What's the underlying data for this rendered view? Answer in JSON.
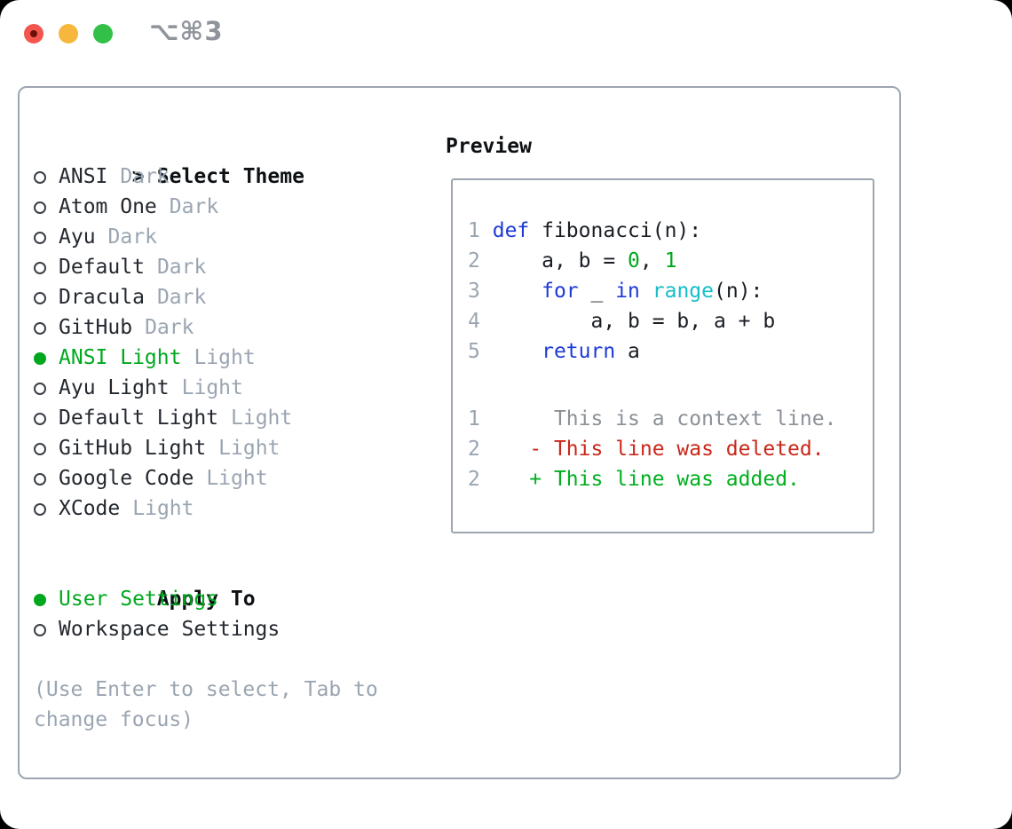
{
  "titlebar": {
    "hotkey": "⌥⌘3",
    "buttons": [
      "close",
      "minimize",
      "zoom"
    ]
  },
  "colors": {
    "tl-red": "#F2564D",
    "tl-red-dot": "#6E100A",
    "tl-yellow": "#F6B73C",
    "tl-green": "#33C048",
    "hotkey": "#8F949B",
    "border": "#9CA5B1",
    "title": "#0E1114",
    "name": "#23282F",
    "muted": "#9AA5B2",
    "green": "#00A81E",
    "add": "#00AF1E",
    "blue": "#1C3AD6",
    "cyan": "#16BEC6",
    "red": "#C9271A",
    "fg": "#1A1E24",
    "ln": "#9AA5B2",
    "ctx": "#8A9198"
  },
  "theme_panel": {
    "title_marker": ">",
    "title": "Select Theme",
    "items": [
      {
        "name": "ANSI",
        "variant": "Dark",
        "selected": false
      },
      {
        "name": "Atom One",
        "variant": "Dark",
        "selected": false
      },
      {
        "name": "Ayu",
        "variant": "Dark",
        "selected": false
      },
      {
        "name": "Default",
        "variant": "Dark",
        "selected": false
      },
      {
        "name": "Dracula",
        "variant": "Dark",
        "selected": false
      },
      {
        "name": "GitHub",
        "variant": "Dark",
        "selected": false
      },
      {
        "name": "ANSI Light",
        "variant": "Light",
        "selected": true
      },
      {
        "name": "Ayu Light",
        "variant": "Light",
        "selected": false
      },
      {
        "name": "Default Light",
        "variant": "Light",
        "selected": false
      },
      {
        "name": "GitHub Light",
        "variant": "Light",
        "selected": false
      },
      {
        "name": "Google Code",
        "variant": "Light",
        "selected": false
      },
      {
        "name": "XCode",
        "variant": "Light",
        "selected": false
      }
    ],
    "apply_to": {
      "title": "Apply To",
      "options": [
        {
          "label": "User Settings",
          "selected": true
        },
        {
          "label": "Workspace Settings",
          "selected": false
        }
      ]
    },
    "hint_lines": [
      "(Use Enter to select, Tab to",
      "change focus)"
    ]
  },
  "preview": {
    "title": "Preview",
    "code_lines": [
      {
        "num": "1",
        "segments": [
          {
            "t": " ",
            "c": "fg"
          },
          {
            "t": "def",
            "c": "kw"
          },
          {
            "t": " fibonacci(n):",
            "c": "fg"
          }
        ]
      },
      {
        "num": "2",
        "segments": [
          {
            "t": "     a, b = ",
            "c": "fg"
          },
          {
            "t": "0",
            "c": "num"
          },
          {
            "t": ", ",
            "c": "fg"
          },
          {
            "t": "1",
            "c": "num"
          }
        ]
      },
      {
        "num": "3",
        "segments": [
          {
            "t": "     ",
            "c": "fg"
          },
          {
            "t": "for",
            "c": "kw"
          },
          {
            "t": " _ ",
            "c": "fg"
          },
          {
            "t": "in",
            "c": "kw"
          },
          {
            "t": " ",
            "c": "fg"
          },
          {
            "t": "range",
            "c": "fn"
          },
          {
            "t": "(n):",
            "c": "fg"
          }
        ]
      },
      {
        "num": "4",
        "segments": [
          {
            "t": "         a, b = b, a + b",
            "c": "fg"
          }
        ]
      },
      {
        "num": "5",
        "segments": [
          {
            "t": "     ",
            "c": "fg"
          },
          {
            "t": "return",
            "c": "kw"
          },
          {
            "t": " a",
            "c": "fg"
          }
        ]
      }
    ],
    "diff_lines": [
      {
        "num": "1",
        "segments": [
          {
            "t": "      This is a context line.",
            "c": "ctx"
          }
        ]
      },
      {
        "num": "2",
        "segments": [
          {
            "t": "    - This line was deleted.",
            "c": "del"
          }
        ]
      },
      {
        "num": "2",
        "segments": [
          {
            "t": "    + This line was added.",
            "c": "add"
          }
        ]
      }
    ]
  }
}
